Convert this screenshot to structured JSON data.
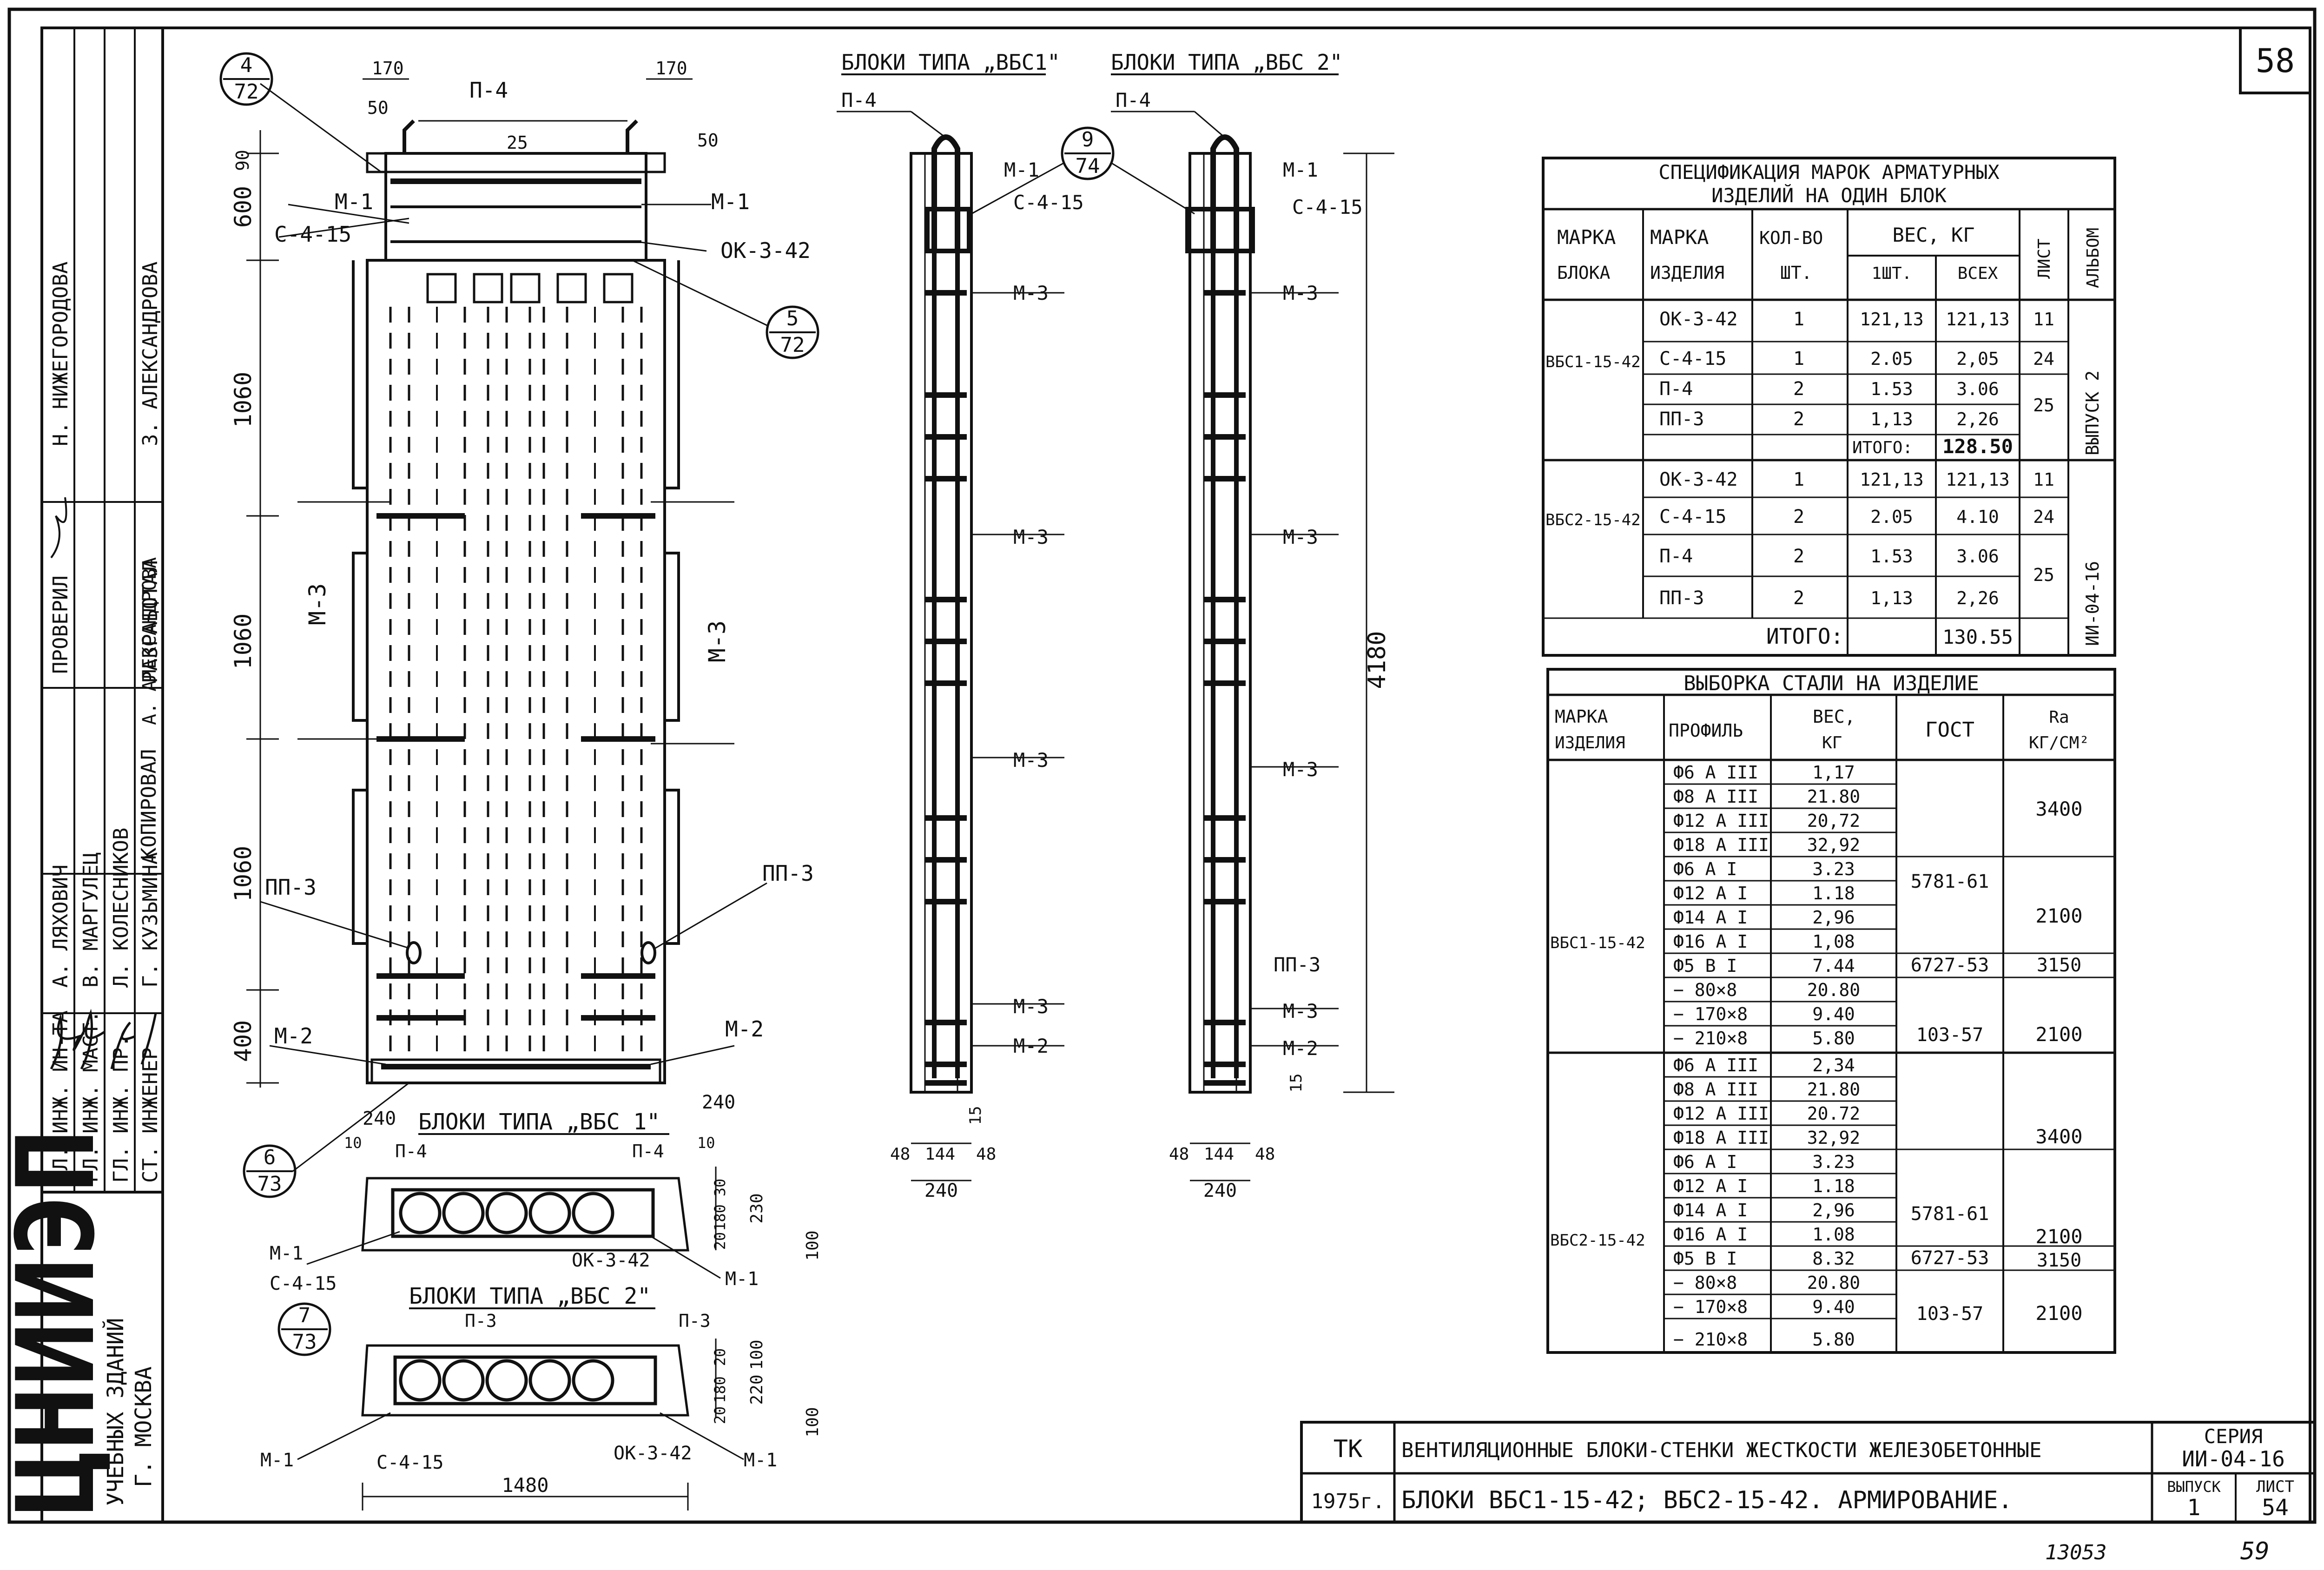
{
  "sheet": {
    "page_number": "58",
    "bottom_left_note": "13053",
    "bottom_right_note": "59"
  },
  "left_stamp": {
    "org_name": "ЦНИИЭП",
    "org_sub1": "УЧЕБНЫХ ЗДАНИЙ",
    "org_sub2": "Г. МОСКВА",
    "rows": [
      {
        "role": "ГЛ. ИНЖ. ИН-ТА",
        "name": "А. ЛЯХОВИЧ"
      },
      {
        "role": "ГЛ. ИНЖ. МАСТ.",
        "name": "В. МАРГУЛЕЦ"
      },
      {
        "role": "ГЛ. ИНЖ. ПР.",
        "name": "Л. КОЛЕСНИКОВ"
      },
      {
        "role": "СТ. ИНЖЕНЕР",
        "name": "Г. КУЗЬМИНА"
      },
      {
        "role": "РАЗРАБОТАЛ",
        "name": "А. АЛЕКСАНДРОВА"
      }
    ],
    "checked_label": "ПРОВЕРИЛ",
    "checked_name": "Н. НИЖЕГОРОДОВА",
    "copied_label": "КОПИРОВАЛ",
    "copied_name": "З. АЛЕКСАНДРОВА"
  },
  "main_view": {
    "bubble_top": {
      "num": "4",
      "den": "72"
    },
    "bubble_right": {
      "num": "5",
      "den": "72"
    },
    "bubble_lower": {
      "num": "6",
      "den": "73"
    },
    "bubble_lower2": {
      "num": "7",
      "den": "73"
    },
    "labels": {
      "p4": "П-4",
      "m1": "М-1",
      "c415": "С-4-15",
      "ok342": "ОК-3-42",
      "m3": "М-3",
      "pp3": "ПП-3",
      "m2": "М-2",
      "p3": "П-3"
    },
    "dims": {
      "d170": "170",
      "d50": "50",
      "d90": "90",
      "d25": "25",
      "d600": "600",
      "d1060": "1060",
      "d400": "400",
      "d240": "240",
      "d10": "10",
      "d30": "30",
      "d180": "180",
      "d230": "230",
      "d220": "220",
      "d20": "20",
      "d100": "100",
      "d1480": "1480",
      "d4180": "4180",
      "d15": "15",
      "d48": "48",
      "d144": "144"
    },
    "section_title_1": "БЛОКИ ТИПА „ВБС 1\"",
    "section_title_2": "БЛОКИ ТИПА „ВБС 2\"",
    "side_title_1": "БЛОКИ ТИПА „ВБС1\"",
    "side_title_2": "БЛОКИ ТИПА „ВБС 2\"",
    "bubble_side": {
      "num": "9",
      "den": "74"
    }
  },
  "spec_table": {
    "title_line1": "СПЕЦИФИКАЦИЯ МАРОК АРМАТУРНЫХ",
    "title_line2": "ИЗДЕЛИЙ НА ОДИН БЛОК",
    "headers": {
      "h1a": "МАРКА",
      "h1b": "БЛОКА",
      "h2a": "МАРКА",
      "h2b": "ИЗДЕЛИЯ",
      "h3a": "КОЛ-ВО",
      "h3b": "ШТ.",
      "h4": "ВЕС, КГ",
      "h4a": "1ШТ.",
      "h4b": "ВСЕХ",
      "h5": "ЛИСТ",
      "h6": "АЛЬБОМ"
    },
    "block1": "ВБС1-15-42",
    "block2": "ВБС2-15-42",
    "rows1": [
      {
        "item": "ОК-3-42",
        "qty": "1",
        "w1": "121,13",
        "wall": "121,13",
        "sheet": "11"
      },
      {
        "item": "С-4-15",
        "qty": "1",
        "w1": "2.05",
        "wall": "2,05",
        "sheet": "24"
      },
      {
        "item": "П-4",
        "qty": "2",
        "w1": "1.53",
        "wall": "3.06",
        "sheet": "25"
      },
      {
        "item": "ПП-3",
        "qty": "2",
        "w1": "1,13",
        "wall": "2,26",
        "sheet": ""
      }
    ],
    "total1_label": "ИТОГО:",
    "total1_value": "128.50",
    "rows2": [
      {
        "item": "ОК-3-42",
        "qty": "1",
        "w1": "121,13",
        "wall": "121,13",
        "sheet": "11"
      },
      {
        "item": "С-4-15",
        "qty": "2",
        "w1": "2.05",
        "wall": "4.10",
        "sheet": "24"
      },
      {
        "item": "П-4",
        "qty": "2",
        "w1": "1.53",
        "wall": "3.06",
        "sheet": "25"
      },
      {
        "item": "ПП-3",
        "qty": "2",
        "w1": "1,13",
        "wall": "2,26",
        "sheet": ""
      }
    ],
    "total2_label": "ИТОГО:",
    "total2_value": "130.55",
    "album1": "ВЫПУСК 2",
    "album2": "ИИ-04-16"
  },
  "steel_table": {
    "title": "ВЫБОРКА СТАЛИ НА ИЗДЕЛИЕ",
    "headers": {
      "h1a": "МАРКА",
      "h1b": "ИЗДЕЛИЯ",
      "h2": "ПРОФИЛЬ",
      "h3a": "ВЕС,",
      "h3b": "КГ",
      "h4": "ГОСТ",
      "h5a": "Ra",
      "h5b": "КГ/СМ²"
    },
    "block1": "ВБС1-15-42",
    "block2": "ВБС2-15-42",
    "rows1": [
      {
        "profile": "Ф6 А III",
        "weight": "1,17"
      },
      {
        "profile": "Ф8 А III",
        "weight": "21.80"
      },
      {
        "profile": "Ф12 А III",
        "weight": "20,72"
      },
      {
        "profile": "Ф18 А III",
        "weight": "32,92"
      },
      {
        "profile": "Ф6 А I",
        "weight": "3.23"
      },
      {
        "profile": "Ф12 А I",
        "weight": "1.18"
      },
      {
        "profile": "Ф14 А I",
        "weight": "2,96"
      },
      {
        "profile": "Ф16 А I",
        "weight": "1,08"
      },
      {
        "profile": "Ф5 В I",
        "weight": "7.44"
      },
      {
        "profile": "− 80×8",
        "weight": "20.80"
      },
      {
        "profile": "− 170×8",
        "weight": "9.40"
      },
      {
        "profile": "− 210×8",
        "weight": "5.80"
      }
    ],
    "rows2": [
      {
        "profile": "Ф6 А III",
        "weight": "2,34"
      },
      {
        "profile": "Ф8 А III",
        "weight": "21.80"
      },
      {
        "profile": "Ф12 А III",
        "weight": "20.72"
      },
      {
        "profile": "Ф18 А III",
        "weight": "32,92"
      },
      {
        "profile": "Ф6 А I",
        "weight": "3.23"
      },
      {
        "profile": "Ф12 А I",
        "weight": "1.18"
      },
      {
        "profile": "Ф14 А I",
        "weight": "2,96"
      },
      {
        "profile": "Ф16 А I",
        "weight": "1.08"
      },
      {
        "profile": "Ф5 В I",
        "weight": "8.32"
      },
      {
        "profile": "− 80×8",
        "weight": "20.80"
      },
      {
        "profile": "− 170×8",
        "weight": "9.40"
      },
      {
        "profile": "− 210×8",
        "weight": "5.80"
      }
    ],
    "gost": {
      "g1": "5781-61",
      "g2": "6727-53",
      "g3": "103-57"
    },
    "ra": {
      "r1": "3400",
      "r2": "2100",
      "r3": "3150",
      "r4": "2100"
    }
  },
  "title_block": {
    "tk": "ТК",
    "year": "1975г.",
    "title1": "ВЕНТИЛЯЦИОННЫЕ БЛОКИ-СТЕНКИ ЖЕСТКОСТИ ЖЕЛЕЗОБЕТОННЫЕ",
    "title2": "БЛОКИ ВБС1-15-42; ВБС2-15-42. АРМИРОВАНИЕ.",
    "series_label": "СЕРИЯ",
    "series_value": "ИИ-04-16",
    "issue_label": "ВЫПУСК",
    "issue_value": "1",
    "sheet_label": "ЛИСТ",
    "sheet_value": "54"
  }
}
